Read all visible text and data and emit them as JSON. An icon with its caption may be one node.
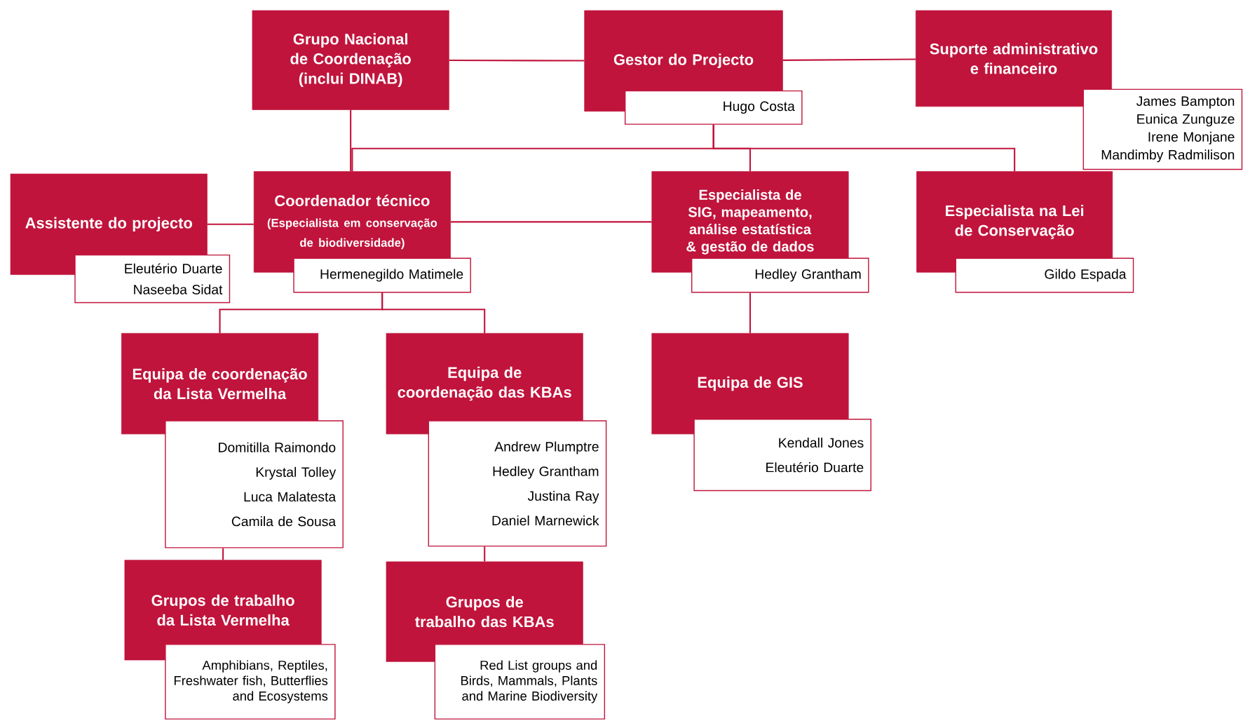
{
  "diagram": {
    "nodes": [
      {
        "text": [
          "Grupo Nacional de Coordenação (inclui DINAB)"
        ]
      },
      {
        "text": [
          "Gestor do Projecto"
        ]
      },
      {
        "text": [
          "Hugo Costa"
        ]
      },
      {
        "text": [
          "Suporte administrativo e financeiro"
        ]
      },
      {
        "text": [
          "James Bampton",
          "Eunica Zunguze",
          "Irene Monjane",
          "Mandimby Radmilison"
        ]
      },
      {
        "text": [
          "Coordenador técnico",
          "(Especialista em conservação de biodiversidade)"
        ]
      },
      {
        "text": [
          "Hermenegildo Matimele"
        ]
      },
      {
        "text": [
          "Assistente do projecto"
        ]
      },
      {
        "text": [
          "Eleutério Duarte",
          "Naseeba Sidat"
        ]
      },
      {
        "text": [
          "Especialista de SIG, mapeamento, análise estatística & gestão de dados"
        ]
      },
      {
        "text": [
          "Hedley Grantham"
        ]
      },
      {
        "text": [
          "Especialista na Lei de Conservação"
        ]
      },
      {
        "text": [
          "Gildo Espada"
        ]
      },
      {
        "text": [
          "Equipa de coordenação da Lista Vermelha"
        ]
      },
      {
        "text": [
          "Domitilla Raimondo",
          "Krystal Tolley",
          "Luca Malatesta",
          "Camila de Sousa"
        ]
      },
      {
        "text": [
          "Equipa de coordenação das KBAs"
        ]
      },
      {
        "text": [
          "Andrew Plumptre",
          "Hedley Grantham",
          "Justina Ray",
          "Daniel Marnewick"
        ]
      },
      {
        "text": [
          "Equipa de GIS"
        ]
      },
      {
        "text": [
          "Kendall Jones",
          "Eleutério Duarte"
        ]
      },
      {
        "text": [
          "Grupos de trabalho da Lista Vermelha"
        ]
      },
      {
        "text": [
          "Amphibians, Reptiles, Freshwater fish, Butterflies and Ecosystems"
        ]
      },
      {
        "text": [
          "Grupos de trabalho das KBAs"
        ]
      },
      {
        "text": [
          "Red List groups and Birds, Mammals, Plants and Marine Biodiversity"
        ]
      }
    ],
    "edges": [
      {
        "from": 0,
        "to": 1,
        "arrow": "none"
      },
      {
        "from": 1,
        "to": 3,
        "arrow": "none"
      },
      {
        "from": 0,
        "to": 5,
        "arrow": "none"
      },
      {
        "from": 7,
        "to": 5,
        "arrow": "none"
      },
      {
        "from": 5,
        "to": 9,
        "arrow": "none"
      },
      {
        "from": 2,
        "to": 5,
        "arrow": "none"
      },
      {
        "from": 2,
        "to": 9,
        "arrow": "none"
      },
      {
        "from": 2,
        "to": 11,
        "arrow": "none"
      },
      {
        "from": 6,
        "to": 13,
        "arrow": "none"
      },
      {
        "from": 6,
        "to": 15,
        "arrow": "none"
      },
      {
        "from": 10,
        "to": 17,
        "arrow": "none"
      },
      {
        "from": 14,
        "to": 19,
        "arrow": "none"
      },
      {
        "from": 16,
        "to": 21,
        "arrow": "none"
      }
    ]
  }
}
